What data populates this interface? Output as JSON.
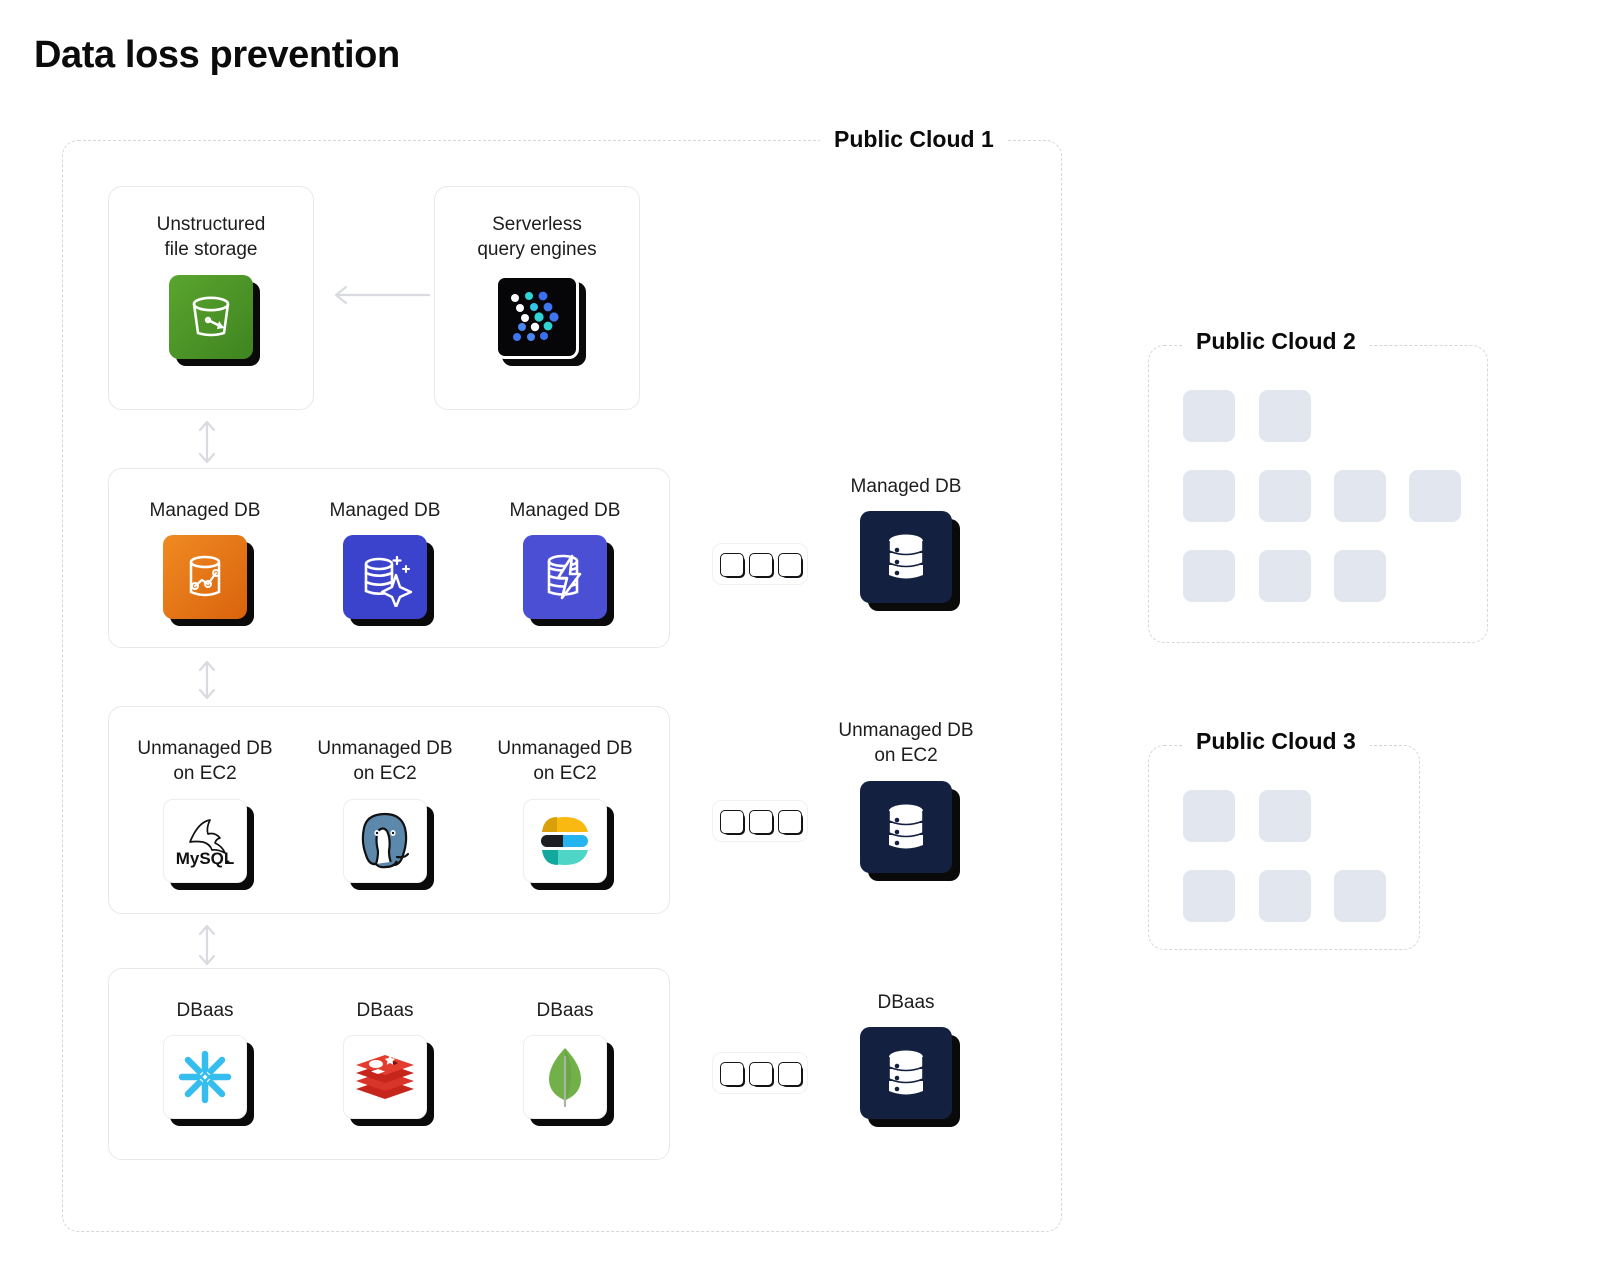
{
  "page": {
    "title": "Data loss prevention"
  },
  "clouds": [
    {
      "id": "cloud1",
      "label": "Public Cloud 1"
    },
    {
      "id": "cloud2",
      "label": "Public Cloud 2"
    },
    {
      "id": "cloud3",
      "label": "Public Cloud 3"
    }
  ],
  "top_row": {
    "storage": {
      "label": "Unstructured\nfile storage",
      "icon": "s3-bucket-icon",
      "color": "#4f9a2a"
    },
    "query": {
      "label": "Serverless\nquery engines",
      "icon": "athena-dots-icon",
      "color": "#0a0a0a"
    },
    "arrow": {
      "direction": "left",
      "color": "#d9dbe0"
    }
  },
  "groups": [
    {
      "name": "managed-db-group",
      "tiles": [
        {
          "label": "Managed DB",
          "icon": "timestream-icon",
          "color": "#e8741c"
        },
        {
          "label": "Managed DB",
          "icon": "database-sparkle-icon",
          "color": "#3b42cc"
        },
        {
          "label": "Managed DB",
          "icon": "dynamodb-bolt-icon",
          "color": "#4a4fd4"
        }
      ],
      "connector": {
        "icon": "three-squares-icon",
        "count": 3
      },
      "badge": {
        "label": "Managed DB",
        "icon": "database-stack-icon",
        "color": "#14203f"
      }
    },
    {
      "name": "unmanaged-db-group",
      "tiles": [
        {
          "label": "Unmanaged DB\non EC2",
          "icon": "mysql-icon",
          "color": "#ffffff"
        },
        {
          "label": "Unmanaged DB\non EC2",
          "icon": "postgresql-icon",
          "color": "#ffffff"
        },
        {
          "label": "Unmanaged DB\non EC2",
          "icon": "elasticsearch-icon",
          "color": "#ffffff"
        }
      ],
      "connector": {
        "icon": "three-squares-icon",
        "count": 3
      },
      "badge": {
        "label": "Unmanaged DB\non EC2",
        "icon": "database-stack-icon",
        "color": "#14203f"
      }
    },
    {
      "name": "dbaas-group",
      "tiles": [
        {
          "label": "DBaas",
          "icon": "snowflake-icon",
          "color": "#29b5e8"
        },
        {
          "label": "DBaas",
          "icon": "redis-icon",
          "color": "#d82c20"
        },
        {
          "label": "DBaas",
          "icon": "mongodb-icon",
          "color": "#6cac48"
        }
      ],
      "connector": {
        "icon": "three-squares-icon",
        "count": 3
      },
      "badge": {
        "label": "DBaas",
        "icon": "database-stack-icon",
        "color": "#14203f"
      }
    }
  ],
  "cloud2_tiles": {
    "rows": [
      2,
      4,
      3
    ],
    "total": 9,
    "color": "#e2e6ee"
  },
  "cloud3_tiles": {
    "rows": [
      2,
      3
    ],
    "total": 5,
    "color": "#e2e6ee"
  },
  "connectors": {
    "vertical_arrows": 3,
    "arrow_style": "double-headed",
    "arrow_color": "#d9dbe0"
  }
}
